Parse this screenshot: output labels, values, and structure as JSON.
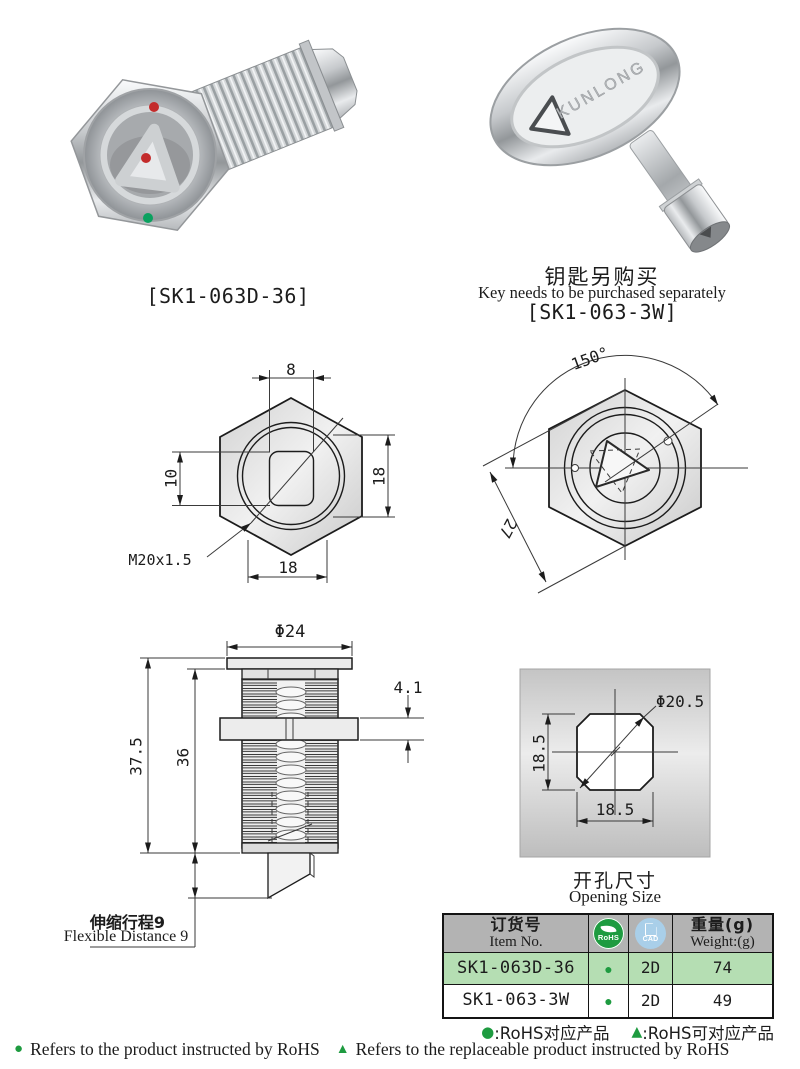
{
  "top": {
    "lock_label": "[SK1-063D-36]",
    "key_brand": "KUNLONG",
    "key_note_cn": "钥匙另购买",
    "key_note_en": "Key needs to be purchased separately",
    "key_label": "[SK1-063-3W]"
  },
  "front_view": {
    "dim_top": "8",
    "dim_left": "10",
    "dim_right": "18",
    "dim_bottom": "18",
    "thread": "M20x1.5"
  },
  "angle_view": {
    "angle": "150°",
    "across": "27"
  },
  "side_view": {
    "dia": "Φ24",
    "nut": "4.1",
    "total": "37.5",
    "body": "36",
    "travel_cn": "伸缩行程9",
    "travel_en": "Flexible Distance 9"
  },
  "opening": {
    "dia": "Φ20.5",
    "height": "18.5",
    "width": "18.5",
    "title_cn": "开孔尺寸",
    "title_en": "Opening Size"
  },
  "table": {
    "item_cn": "订货号",
    "item_en": "Item No.",
    "rohs_label": "RoHS",
    "cad_label": "CAD",
    "weight_cn": "重量(g)",
    "weight_en": "Weight:(g)",
    "rows": [
      {
        "item": "SK1-063D-36",
        "rohs": "●",
        "cad": "2D",
        "weight": "74"
      },
      {
        "item": "SK1-063-3W",
        "rohs": "●",
        "cad": "2D",
        "weight": "49"
      }
    ]
  },
  "legend": {
    "dot": "●",
    "dot_cn": ":RoHS对应产品",
    "tri": "▲",
    "tri_cn": ":RoHS可对应产品",
    "dot_en": "Refers to the product instructed by RoHS",
    "tri_en": "Refers to the replaceable product instructed by RoHS"
  },
  "colors": {
    "green": "#1e9b40",
    "row_highlight": "#b5deb3",
    "header_gray": "#b3b3b3",
    "cad_blue": "#a9cfe9"
  }
}
